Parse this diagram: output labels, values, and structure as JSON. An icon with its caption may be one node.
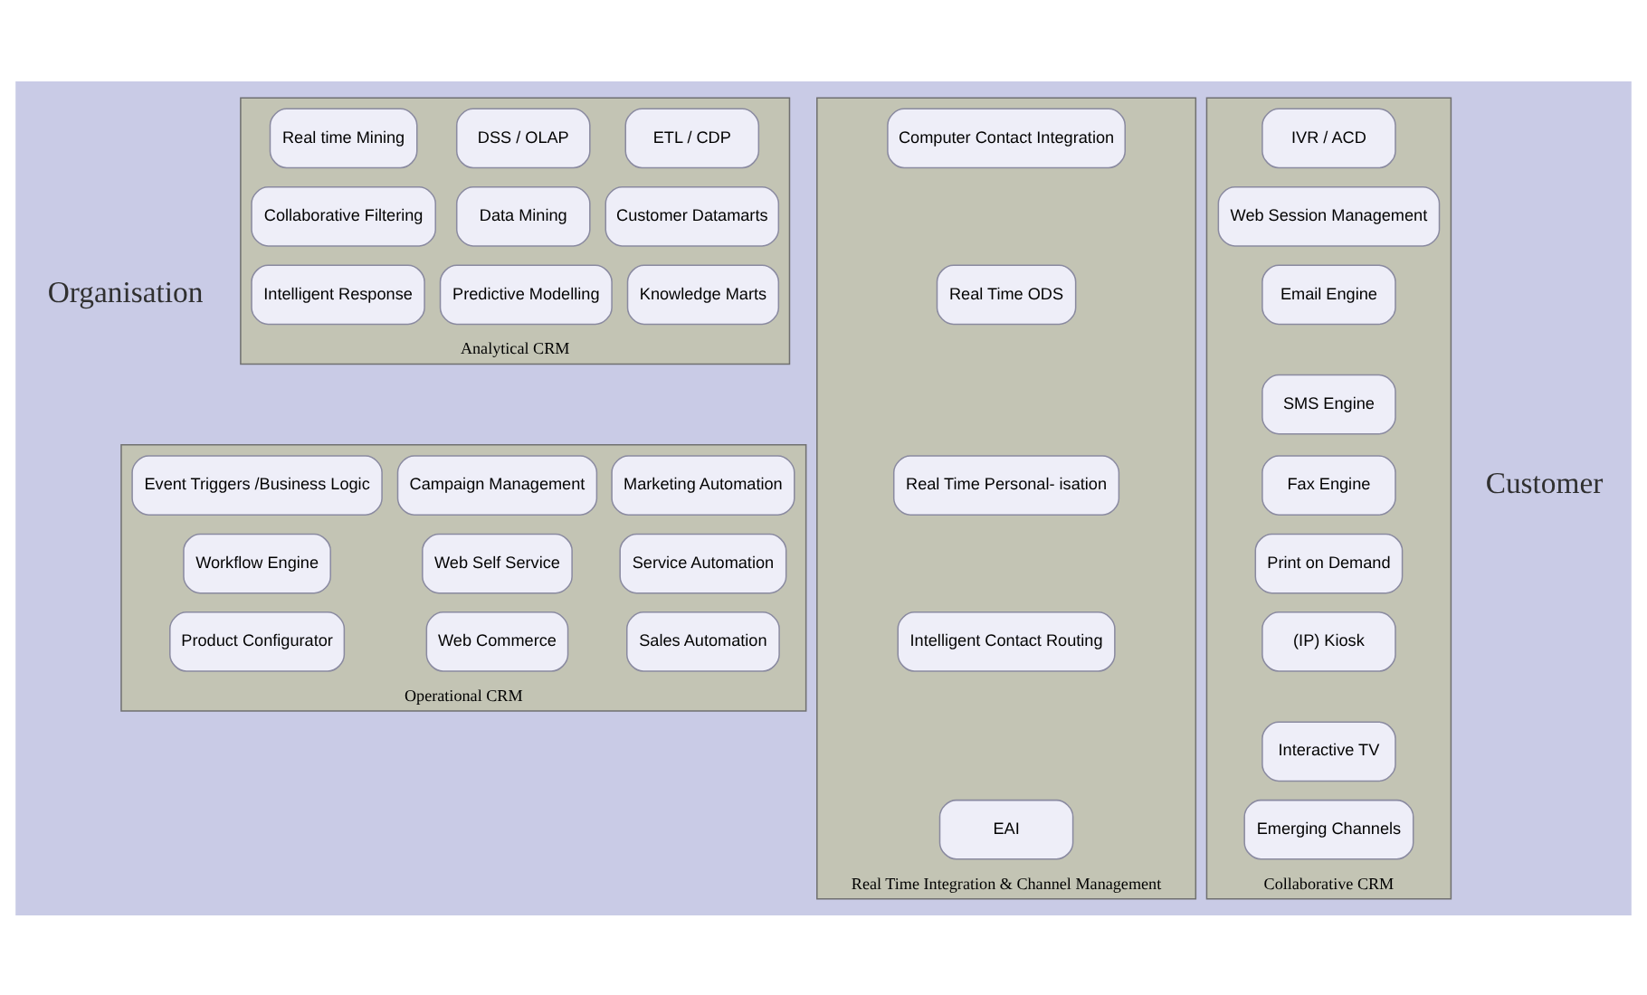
{
  "diagram": {
    "nodes": [
      {
        "text": [
          "Analytical CRM"
        ]
      },
      {
        "text": [
          "ETL / CDP"
        ],
        "in": 0
      },
      {
        "text": [
          "DSS / OLAP"
        ],
        "in": 0
      },
      {
        "text": [
          "Real time Mining"
        ],
        "in": 0
      },
      {
        "text": [
          "Customer Datamarts"
        ],
        "in": 0
      },
      {
        "text": [
          "Data Mining"
        ],
        "in": 0
      },
      {
        "text": [
          "Collaborative Filtering"
        ],
        "in": 0
      },
      {
        "text": [
          "Knowledge Marts"
        ],
        "in": 0
      },
      {
        "text": [
          "Predictive Modelling"
        ],
        "in": 0
      },
      {
        "text": [
          "Intelligent Response"
        ],
        "in": 0
      },
      {
        "text": [
          "Operational CRM"
        ]
      },
      {
        "text": [
          "Marketing Automation"
        ],
        "in": 10
      },
      {
        "text": [
          "Campaign Management"
        ],
        "in": 10
      },
      {
        "text": [
          "Event Triggers /Business Logic"
        ],
        "in": 10
      },
      {
        "text": [
          "Service Automation"
        ],
        "in": 10
      },
      {
        "text": [
          "Web Self Service"
        ],
        "in": 10
      },
      {
        "text": [
          "Workflow Engine"
        ],
        "in": 10
      },
      {
        "text": [
          "Sales Automation"
        ],
        "in": 10
      },
      {
        "text": [
          "Web Commerce"
        ],
        "in": 10
      },
      {
        "text": [
          "Product Configurator"
        ],
        "in": 10
      },
      {
        "text": [
          "Real Time Integration & Channel Management"
        ]
      },
      {
        "text": [
          "Computer Contact Integration"
        ],
        "in": 20
      },
      {
        "text": [
          "Real Time ODS"
        ],
        "in": 20
      },
      {
        "text": [
          "Real Time Personal- isation"
        ],
        "in": 20
      },
      {
        "text": [
          "Intelligent Contact Routing"
        ],
        "in": 20
      },
      {
        "text": [
          "EAI"
        ],
        "in": 20
      },
      {
        "text": [
          "Collaborative CRM"
        ]
      },
      {
        "text": [
          "IVR / ACD"
        ],
        "in": 26
      },
      {
        "text": [
          "Web Session Management"
        ],
        "in": 26
      },
      {
        "text": [
          "Email Engine"
        ],
        "in": 26
      },
      {
        "text": [
          "SMS Engine"
        ],
        "in": 26
      },
      {
        "text": [
          "Fax Engine"
        ],
        "in": 26
      },
      {
        "text": [
          "Print on Demand"
        ],
        "in": 26
      },
      {
        "text": [
          "(IP) Kiosk"
        ],
        "in": 26
      },
      {
        "text": [
          "Interactive TV"
        ],
        "in": 26
      },
      {
        "text": [
          "Emerging Channels"
        ],
        "in": 26
      }
    ],
    "edges": [],
    "labels": [
      "Organisation",
      "Customer"
    ]
  }
}
